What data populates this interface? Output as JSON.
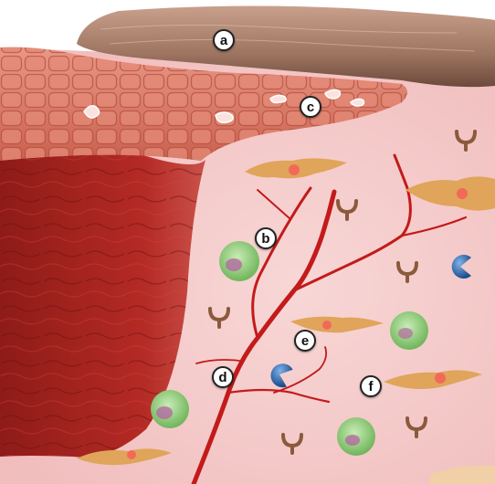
{
  "labels": {
    "a": "a",
    "b": "b",
    "c": "c",
    "d": "d",
    "e": "e",
    "f": "f"
  },
  "colors": {
    "scab": "#9c7460",
    "epidermis": "#d8806e",
    "granulation": "#a9231f",
    "dermis": "#f4c9c8",
    "vessel": "#c41a1a",
    "fibroblast": "#e0a45a",
    "macrophage": "#9fd089",
    "neutrophil": "#2f6fb5",
    "antibody": "#8b5a3c"
  },
  "icons": [
    "fibroblast-cell-icon",
    "macrophage-cell-icon",
    "neutrophil-cell-icon",
    "antibody-icon",
    "blood-vessel-icon"
  ]
}
